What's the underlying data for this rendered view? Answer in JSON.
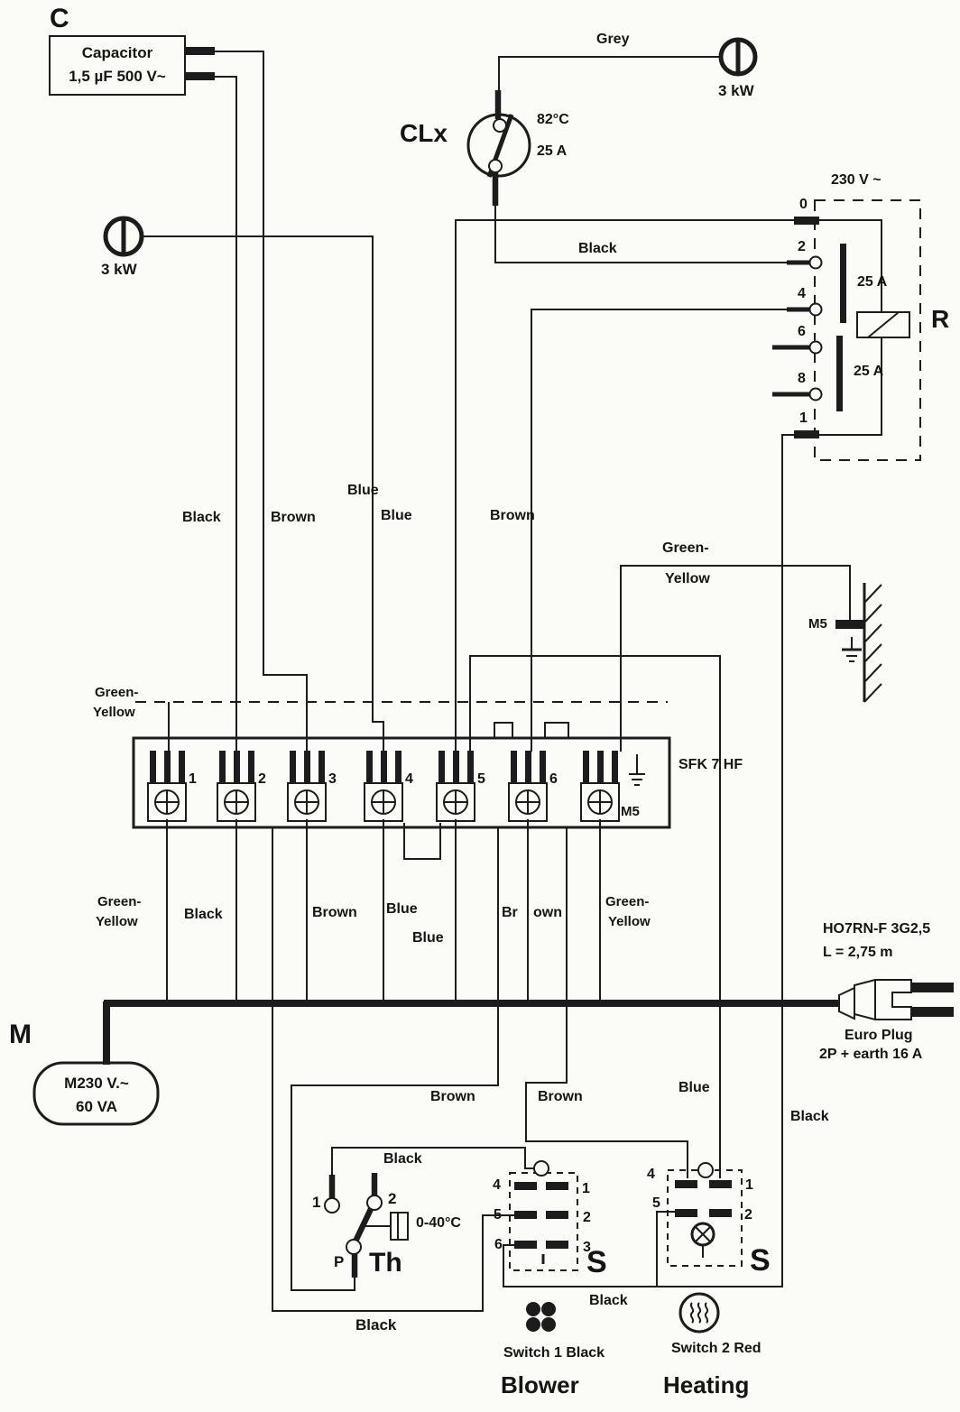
{
  "capacitor": {
    "designator": "C",
    "name": "Capacitor",
    "rating": "1,5 µF  500 V~"
  },
  "heaters": {
    "top": "3 kW",
    "left": "3 kW"
  },
  "clx": {
    "name": "CLx",
    "temp": "82°C",
    "current": "25 A",
    "wire_grey": "Grey",
    "wire_black": "Black"
  },
  "relay": {
    "voltage": "230 V ~",
    "designator": "R",
    "fuse_top": "25 A",
    "fuse_bottom": "25 A",
    "terminals": [
      "0",
      "2",
      "4",
      "6",
      "8",
      "1"
    ]
  },
  "earth": {
    "m5_wall": "M5",
    "gy_line1": "Green-",
    "gy_line2": "Yellow",
    "gy_bus_line1": "Green-",
    "gy_bus_line2": "Yellow"
  },
  "wires_mid": {
    "black": "Black",
    "brown": "Brown",
    "blue_a": "Blue",
    "blue_b": "Blue",
    "brown2": "Brown"
  },
  "strip": {
    "name": "SFK 7 HF",
    "numbers": [
      "1",
      "2",
      "3",
      "4",
      "5",
      "6"
    ],
    "m5": "M5"
  },
  "wires_below": {
    "gy_l1": "Green-",
    "gy_l2": "Yellow",
    "black": "Black",
    "brown": "Brown",
    "blue1": "Blue",
    "blue2": "Blue",
    "brown2_a": "Br",
    "brown2_b": "own",
    "gy_r1": "Green-",
    "gy_r2": "Yellow"
  },
  "cable": {
    "spec": "HO7RN-F 3G2,5",
    "length": "L = 2,75 m",
    "plug_name": "Euro Plug",
    "plug_rating": "2P + earth 16 A"
  },
  "motor": {
    "designator": "M",
    "line1": "M230 V.~",
    "line2": "60 VA"
  },
  "wires_bottom": {
    "brown_left": "Brown",
    "brown_right": "Brown",
    "blue": "Blue",
    "black_relay": "Black",
    "black_th": "Black",
    "black_loop": "Black",
    "black_switch": "Black"
  },
  "thermostat": {
    "t1": "1",
    "t2": "2",
    "p": "P",
    "name": "Th",
    "range": "0-40°C"
  },
  "blower_switch": {
    "t4": "4",
    "t5": "5",
    "t6": "6",
    "t1": "1",
    "t2": "2",
    "t3": "3",
    "designator": "S",
    "caption": "Switch 1  Black",
    "title": "Blower"
  },
  "heating_switch": {
    "t4": "4",
    "t5": "5",
    "t1": "1",
    "t2": "2",
    "designator": "S",
    "caption": "Switch 2 Red",
    "title": "Heating"
  }
}
